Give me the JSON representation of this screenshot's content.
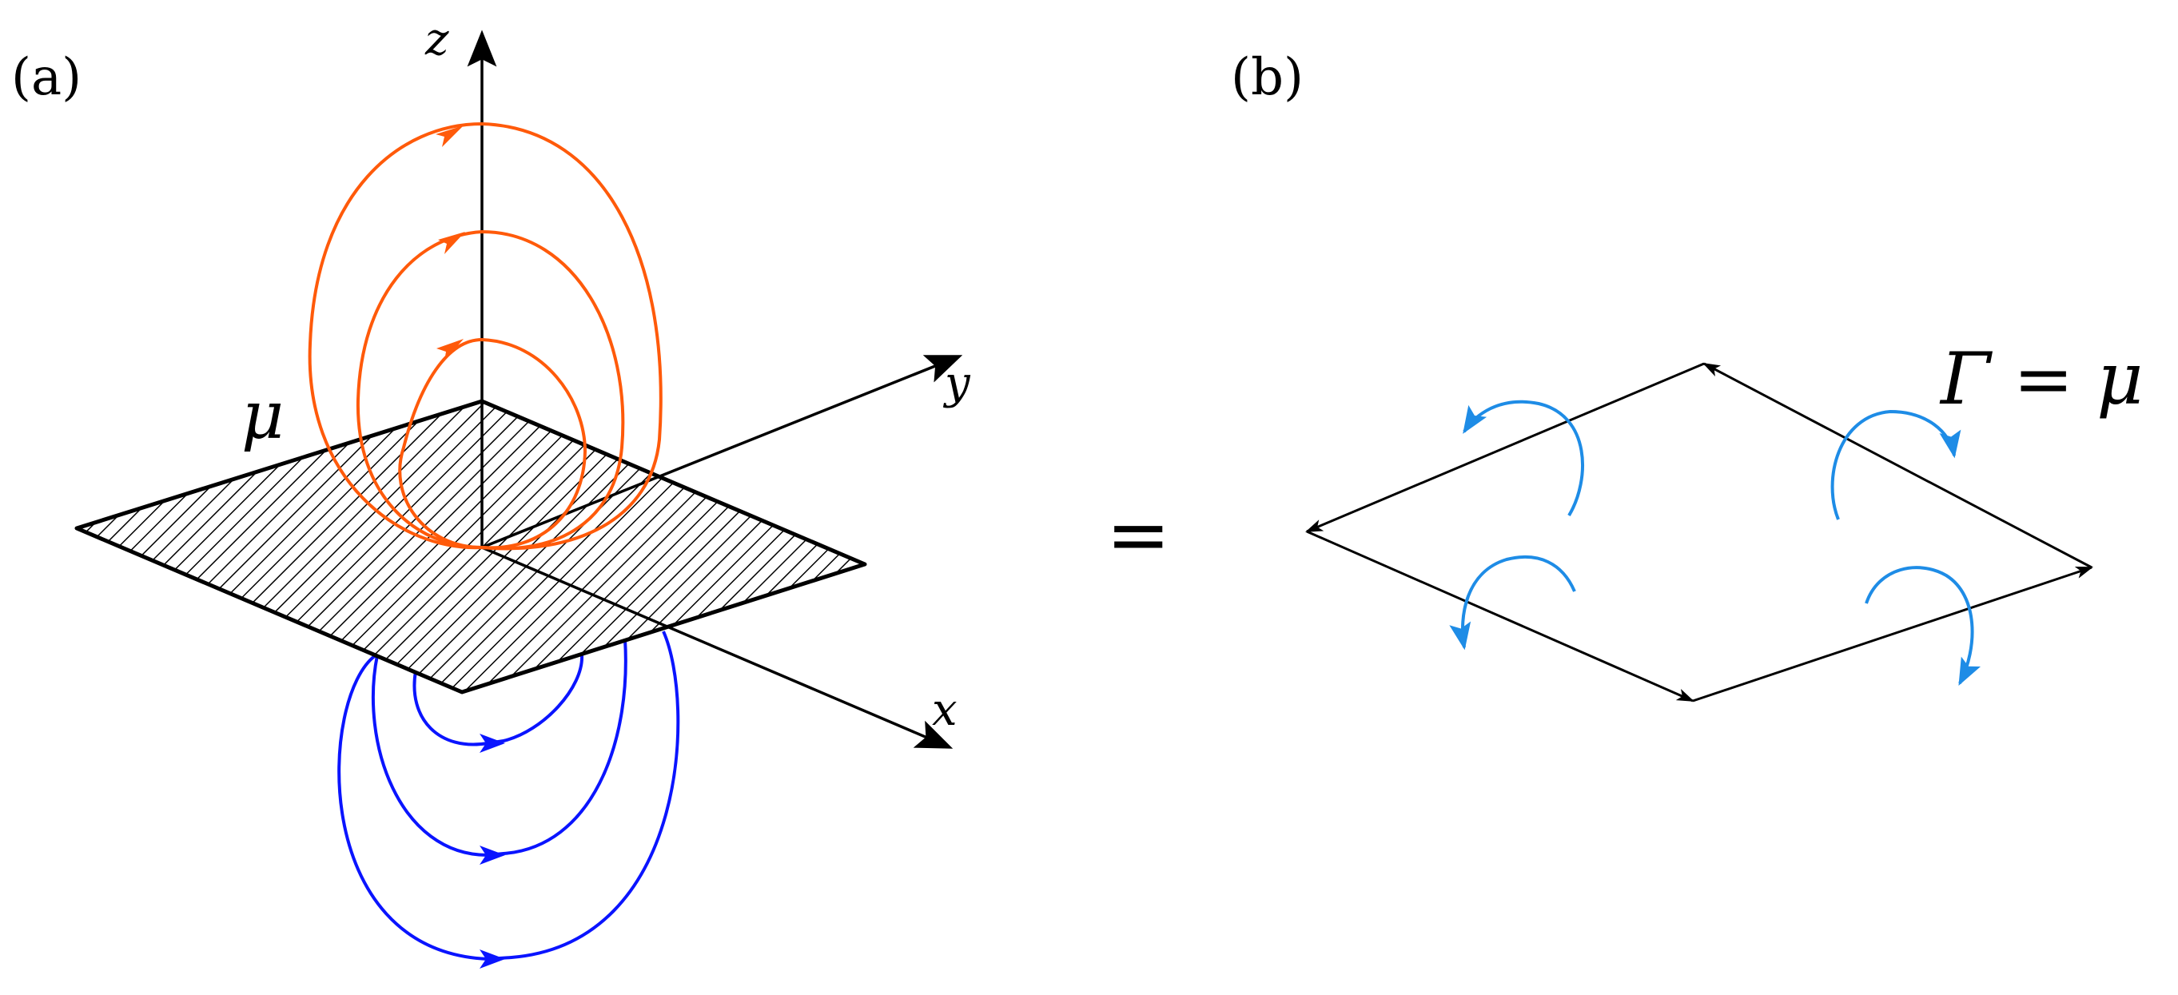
{
  "panel_a": {
    "label": "(a)",
    "axis_labels": {
      "z": "z",
      "y": "y",
      "x": "x"
    },
    "plate_label": "μ",
    "colors": {
      "upper_loops": "#ff5a0a",
      "lower_loops": "#0a14ff",
      "plate_edge": "#000000"
    }
  },
  "equals_sign": "=",
  "panel_b": {
    "label": "(b)",
    "equation": "Γ = μ",
    "colors": {
      "edges": "#000000",
      "vortices": "#1e8ce6"
    }
  }
}
